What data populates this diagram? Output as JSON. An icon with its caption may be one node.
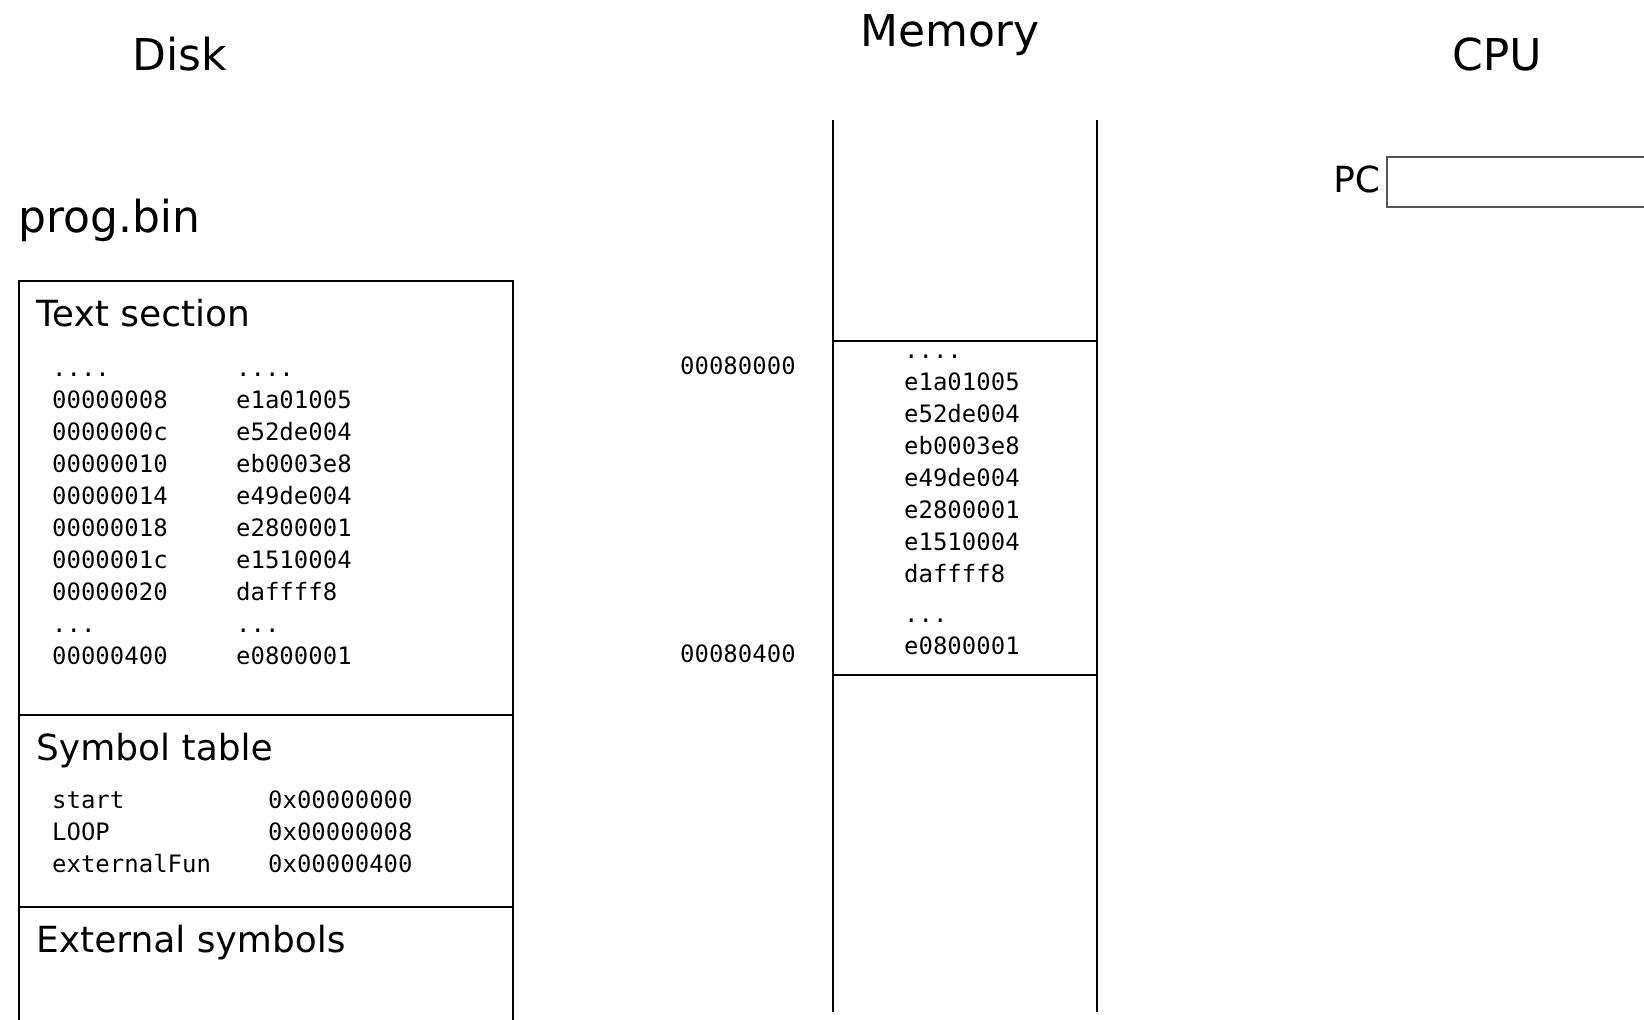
{
  "diagram": {
    "nodes": [
      {
        "text": [
          "prog.bin"
        ]
      },
      {
        "text": [
          "Text section",
          "....",
          "....",
          "00000008",
          "e1a01005",
          "0000000c",
          "e52de004",
          "00000010",
          "eb0003e8",
          "00000014",
          "e49de004",
          "00000018",
          "e2800001",
          "0000001c",
          "e1510004",
          "00000020",
          "daffff8",
          "...",
          "...",
          "00000400",
          "e0800001"
        ],
        "in": 0
      },
      {
        "text": [
          "Symbol table",
          "start",
          "0x00000000",
          "LOOP",
          "0x00000008",
          "externalFun",
          "0x00000400"
        ],
        "in": 0
      },
      {
        "text": [
          "External symbols"
        ],
        "in": 0
      },
      {
        "text": [],
        "shape": "column"
      },
      {
        "text": [
          "....",
          "e1a01005",
          "e52de004",
          "eb0003e8",
          "e49de004",
          "e2800001",
          "e1510004",
          "daffff8",
          "...",
          "e0800001"
        ],
        "in": 4
      },
      {
        "text": [],
        "shape": "box",
        "beside": [
          "PC"
        ]
      }
    ],
    "edges": [],
    "labels": [
      "Disk",
      "Memory",
      "CPU",
      "00080000",
      "00080400"
    ]
  }
}
